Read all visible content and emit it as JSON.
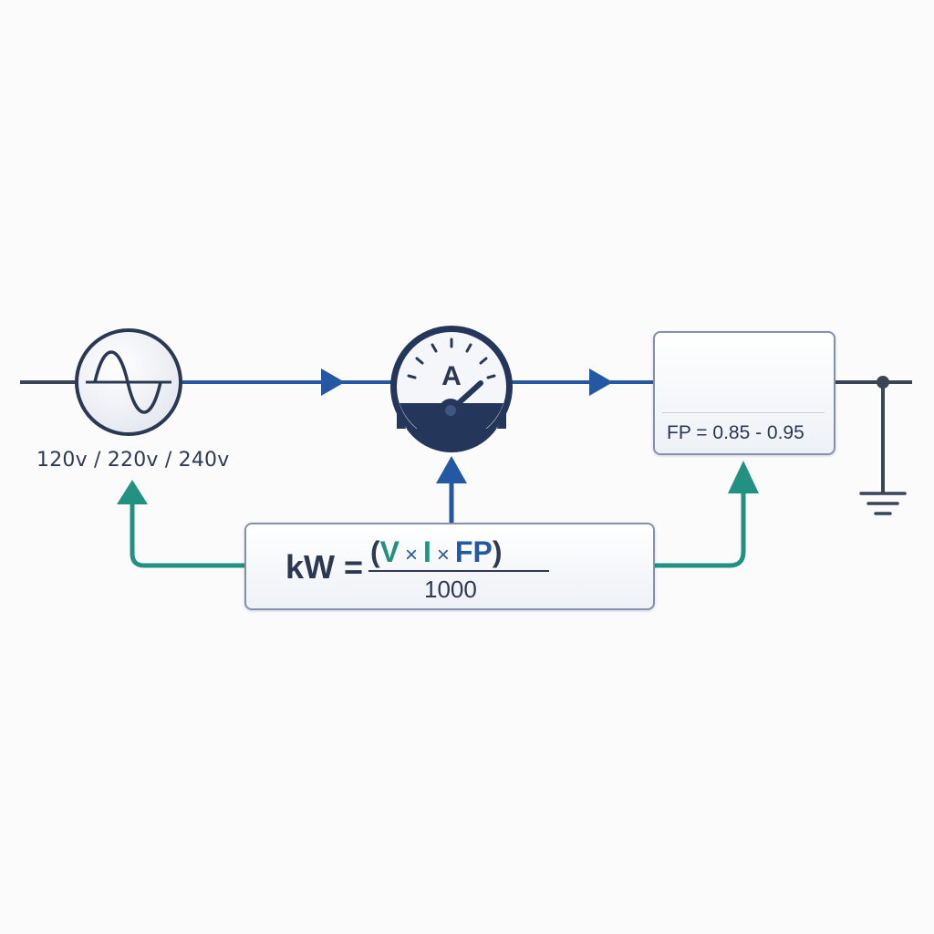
{
  "source": {
    "voltage_label": "120v / 220v / 240v"
  },
  "meter": {
    "symbol": "A"
  },
  "formula": {
    "lhs": "kW =",
    "numerator": {
      "open": "(",
      "v": "V",
      "times1": "×",
      "i": "I",
      "times2": "×",
      "fp": "FP",
      "close": ")"
    },
    "denominator": "1000"
  },
  "load": {
    "power_factor_label": "FP = 0.85 - 0.95"
  },
  "colors": {
    "wire": "#3a4558",
    "flow": "#2458a3",
    "feedback": "#22917f",
    "meter_dark": "#24365a",
    "bulb": "#f2c53b"
  }
}
